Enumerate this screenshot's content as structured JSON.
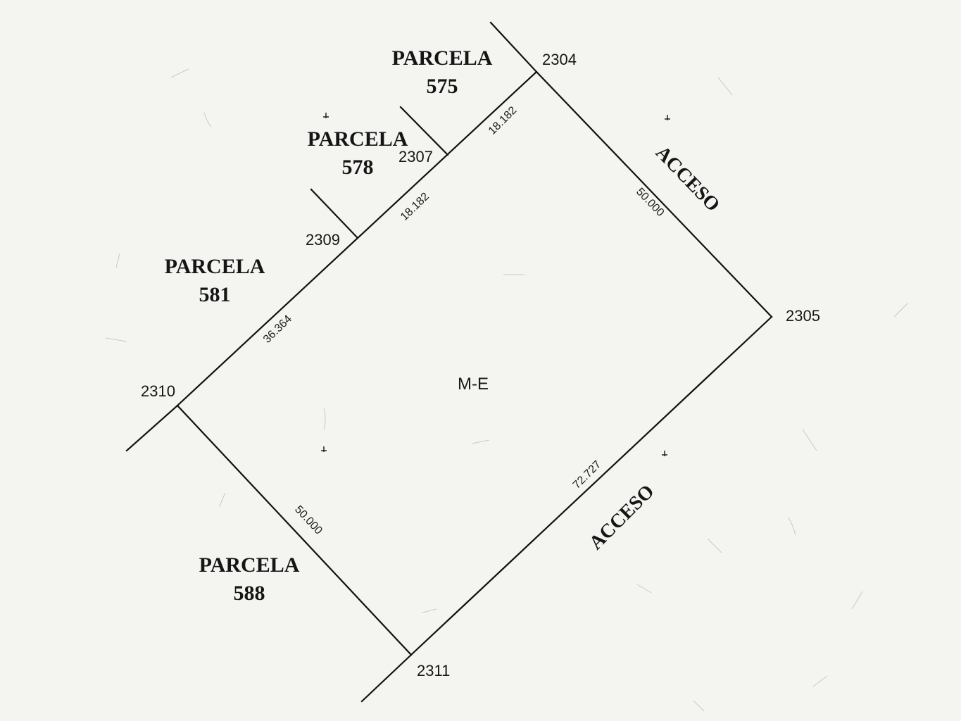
{
  "vertices": [
    {
      "id": "v2304",
      "label": "2304"
    },
    {
      "id": "v2305",
      "label": "2305"
    },
    {
      "id": "v2307",
      "label": "2307"
    },
    {
      "id": "v2309",
      "label": "2309"
    },
    {
      "id": "v2310",
      "label": "2310"
    },
    {
      "id": "v2311",
      "label": "2311"
    }
  ],
  "parcels": [
    {
      "line1": "PARCELA",
      "line2": "575"
    },
    {
      "line1": "PARCELA",
      "line2": "578"
    },
    {
      "line1": "PARCELA",
      "line2": "581"
    },
    {
      "line1": "PARCELA",
      "line2": "588"
    }
  ],
  "dimensions": [
    "18.182",
    "18.182",
    "36.364",
    "50.000",
    "50.000",
    "72.727"
  ],
  "access_labels": [
    "ACCESO",
    "ACCESO"
  ],
  "center_label": "M-E",
  "colors": {
    "ink": "#111111",
    "paper": "#f4f4f1"
  }
}
